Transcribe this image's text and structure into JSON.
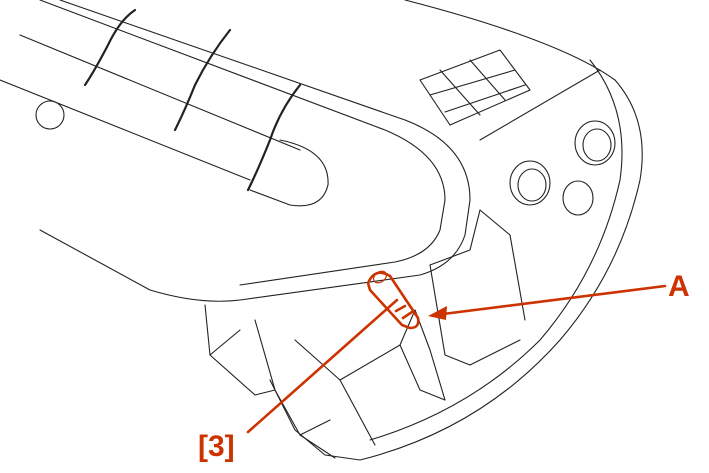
{
  "diagram": {
    "callouts": [
      {
        "id": "A",
        "text": "A"
      },
      {
        "id": "3",
        "text": "[3]"
      }
    ],
    "colors": {
      "callout": "#cc3300",
      "line": "#222222",
      "background": "#ffffff"
    }
  }
}
